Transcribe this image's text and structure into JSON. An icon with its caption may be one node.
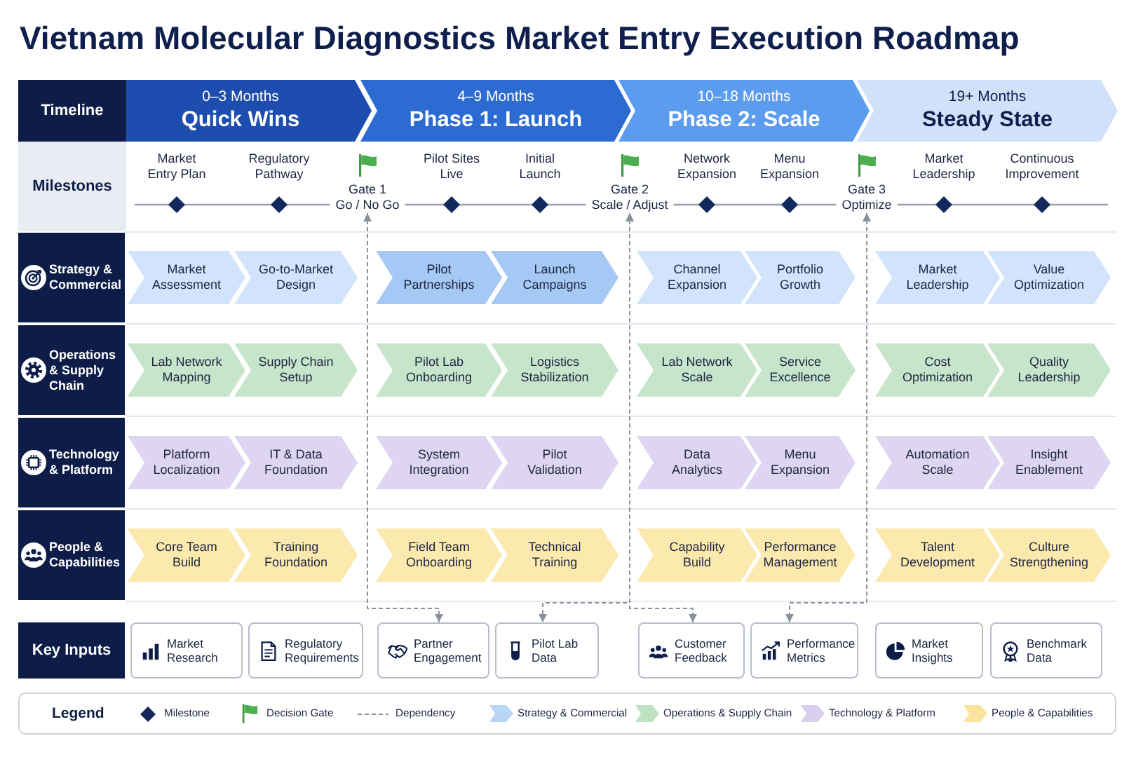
{
  "diagram": {
    "title": "Vietnam Molecular Diagnostics Market Entry Execution Roadmap",
    "nodes": [
      {
        "text": [
          "Timeline"
        ]
      },
      {
        "text": [
          "0–3 Months",
          "Quick Wins"
        ]
      },
      {
        "text": [
          "4–9 Months",
          "Phase 1: Launch"
        ]
      },
      {
        "text": [
          "10–18 Months",
          "Phase 2: Scale"
        ]
      },
      {
        "text": [
          "19+ Months",
          "Steady State"
        ]
      },
      {
        "text": [
          "Milestones"
        ]
      },
      {
        "text": [
          "Market Entry Plan"
        ]
      },
      {
        "text": [
          "Regulatory Pathway"
        ]
      },
      {
        "text": [
          "Gate 1",
          "Go / No Go"
        ]
      },
      {
        "text": [
          "Pilot Sites Live"
        ]
      },
      {
        "text": [
          "Initial Launch"
        ]
      },
      {
        "text": [
          "Gate 2",
          "Scale / Adjust"
        ]
      },
      {
        "text": [
          "Network Expansion"
        ]
      },
      {
        "text": [
          "Menu Expansion"
        ]
      },
      {
        "text": [
          "Gate 3",
          "Optimize"
        ]
      },
      {
        "text": [
          "Market Leadership"
        ]
      },
      {
        "text": [
          "Continuous Improvement"
        ]
      },
      {
        "text": [
          "Strategy & Commercial"
        ]
      },
      {
        "text": [
          "Market Assessment"
        ]
      },
      {
        "text": [
          "Go-to-Market Design"
        ]
      },
      {
        "text": [
          "Pilot Partnerships"
        ]
      },
      {
        "text": [
          "Launch Campaigns"
        ]
      },
      {
        "text": [
          "Channel Expansion"
        ]
      },
      {
        "text": [
          "Portfolio Growth"
        ]
      },
      {
        "text": [
          "Market Leadership"
        ]
      },
      {
        "text": [
          "Value Optimization"
        ]
      },
      {
        "text": [
          "Operations & Supply Chain"
        ]
      },
      {
        "text": [
          "Lab Network Mapping"
        ]
      },
      {
        "text": [
          "Supply Chain Setup"
        ]
      },
      {
        "text": [
          "Pilot Lab Onboarding"
        ]
      },
      {
        "text": [
          "Logistics Stabilization"
        ]
      },
      {
        "text": [
          "Lab Network Scale"
        ]
      },
      {
        "text": [
          "Service Excellence"
        ]
      },
      {
        "text": [
          "Cost Optimization"
        ]
      },
      {
        "text": [
          "Quality Leadership"
        ]
      },
      {
        "text": [
          "Technology & Platform"
        ]
      },
      {
        "text": [
          "Platform Localization"
        ]
      },
      {
        "text": [
          "IT & Data Foundation"
        ]
      },
      {
        "text": [
          "System Integration"
        ]
      },
      {
        "text": [
          "Pilot Validation"
        ]
      },
      {
        "text": [
          "Data Analytics"
        ]
      },
      {
        "text": [
          "Menu Expansion"
        ]
      },
      {
        "text": [
          "Automation Scale"
        ]
      },
      {
        "text": [
          "Insight Enablement"
        ]
      },
      {
        "text": [
          "People & Capabilities"
        ]
      },
      {
        "text": [
          "Core Team Build"
        ]
      },
      {
        "text": [
          "Training Foundation"
        ]
      },
      {
        "text": [
          "Field Team Onboarding"
        ]
      },
      {
        "text": [
          "Technical Training"
        ]
      },
      {
        "text": [
          "Capability Build"
        ]
      },
      {
        "text": [
          "Performance Management"
        ]
      },
      {
        "text": [
          "Talent Development"
        ]
      },
      {
        "text": [
          "Culture Strengthening"
        ]
      },
      {
        "text": [
          "Key Inputs"
        ]
      },
      {
        "text": [
          "Market Research"
        ]
      },
      {
        "text": [
          "Regulatory Requirements"
        ]
      },
      {
        "text": [
          "Partner Engagement"
        ]
      },
      {
        "text": [
          "Pilot Lab Data"
        ]
      },
      {
        "text": [
          "Customer Feedback"
        ]
      },
      {
        "text": [
          "Performance Metrics"
        ]
      },
      {
        "text": [
          "Market Insights"
        ]
      },
      {
        "text": [
          "Benchmark Data"
        ]
      }
    ],
    "edges": [
      {
        "from": 8,
        "to": 56,
        "arrow": "both",
        "style": "dashed"
      },
      {
        "from": 11,
        "to": 57,
        "arrow": "both",
        "style": "dashed"
      },
      {
        "from": 11,
        "to": 58,
        "arrow": "both",
        "style": "dashed"
      },
      {
        "from": 14,
        "to": 59,
        "arrow": "both",
        "style": "dashed"
      }
    ],
    "labels": [
      "Legend"
    ],
    "legend": [
      {
        "text": "Milestone"
      },
      {
        "text": "Decision Gate"
      },
      {
        "text": "Dependency"
      },
      {
        "text": "Strategy & Commercial",
        "color": "#b9d5f7"
      },
      {
        "text": "Operations & Supply Chain",
        "color": "#bfe2c3"
      },
      {
        "text": "Technology & Platform",
        "color": "#d8cfef"
      },
      {
        "text": "People & Capabilities",
        "color": "#fae39c"
      }
    ]
  }
}
